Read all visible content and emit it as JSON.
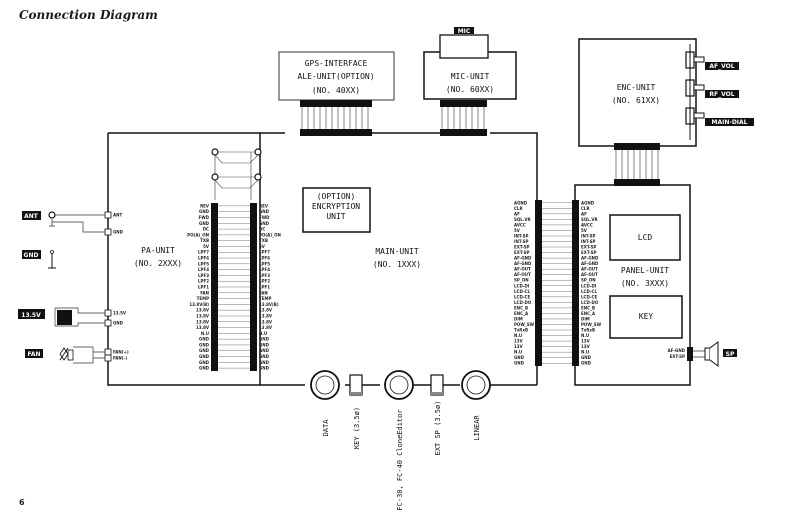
{
  "page": {
    "title": "Connection Diagram",
    "page_number": "6"
  },
  "units": {
    "gps": {
      "line1": "GPS-INTERFACE",
      "line2": "ALE-UNIT(OPTION)",
      "line3": "(NO. 40XX)"
    },
    "mic": {
      "line1": "MIC-UNIT",
      "line2": "(NO. 60XX)",
      "tag": "MIC"
    },
    "enc": {
      "line1": "ENC-UNIT",
      "line2": "(NO. 61XX)"
    },
    "pa": {
      "line1": "PA-UNIT",
      "line2": "(NO. 2XXX)"
    },
    "main": {
      "line1": "MAIN-UNIT",
      "line2": "(NO. 1XXX)"
    },
    "encryption": {
      "line1": "(OPTION)",
      "line2": "ENCRYPTION",
      "line3": "UNIT"
    },
    "panel": {
      "line1": "PANEL-UNIT",
      "line2": "(NO. 3XXX)",
      "lcd": "LCD",
      "key": "KEY"
    }
  },
  "external": {
    "ant": "ANT",
    "gnd": "GND",
    "power": "13.5V",
    "fan": "FAN",
    "sp": "SP"
  },
  "enc_controls": [
    "AF_VOL",
    "RF_VOL",
    "MAIN-DIAL"
  ],
  "pa_side_pins": [
    "ANT",
    "GND",
    "13.5V",
    "GND",
    "FAN(+)",
    "FAN(-)"
  ],
  "pa_main_pins": [
    "REV",
    "GND",
    "FWD",
    "GND",
    "DC",
    "PO(A)_ON",
    "TXB",
    "5V",
    "LPF7",
    "LPF6",
    "LPF5",
    "LPF4",
    "LPF3",
    "LPF2",
    "LPF1",
    "FAN",
    "TEMP",
    "13.8V(B)",
    "13.8V",
    "13.8V",
    "13.8V",
    "13.8V",
    "N.U",
    "GND",
    "GND",
    "GND",
    "GND",
    "GND",
    "GND"
  ],
  "main_panel_pins": [
    "AGND",
    "CLR",
    "AF",
    "SQL.VR",
    "AVCC",
    "5V",
    "INT-SP",
    "INT-SP",
    "EXT-SP",
    "EXT-SP",
    "AF-GND",
    "AF-GND",
    "AF-OUT",
    "AF-OUT",
    "SP_ON",
    "LCD-DI",
    "LCD-CL",
    "LCD-CE",
    "LCD-DO",
    "ENC_B",
    "ENC_A",
    "DIM",
    "POW_SW",
    "TxRxB",
    "N.U",
    "13V",
    "13V",
    "N.U",
    "GND",
    "GND"
  ],
  "panel_speaker_pins": [
    "AF-GND",
    "EXT-SP"
  ],
  "rear_connectors": [
    {
      "name": "DATA"
    },
    {
      "name": "KEY (3.5ø)"
    },
    {
      "name": "FC-30, FC-40 CloneEditor"
    },
    {
      "name": "EXT SP (3.5ø)"
    },
    {
      "name": "LINEAR"
    }
  ]
}
